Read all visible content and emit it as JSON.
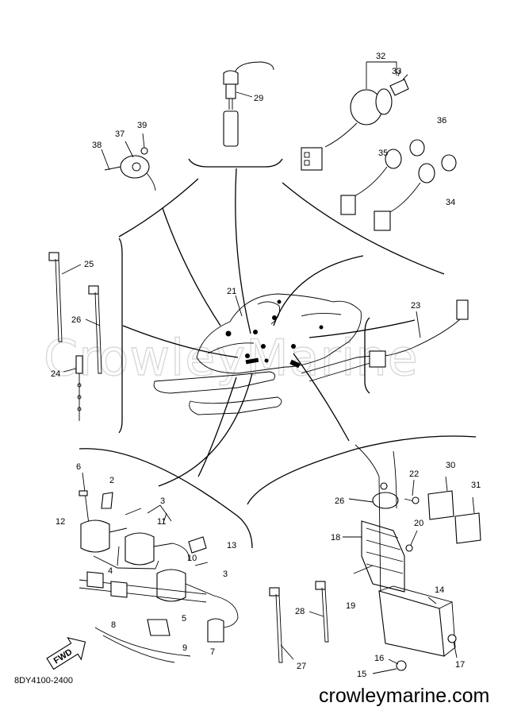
{
  "watermark": "CrowleyMarine",
  "diagram_code": "8DY4100-2400",
  "site_url": "crowleymarine.com",
  "fwd_badge": "FWD",
  "callouts": {
    "c2": "2",
    "c3a": "3",
    "c3b": "3",
    "c4": "4",
    "c5": "5",
    "c6": "6",
    "c7": "7",
    "c8": "8",
    "c9": "9",
    "c10": "10",
    "c11": "11",
    "c12": "12",
    "c13": "13",
    "c14": "14",
    "c15": "15",
    "c16": "16",
    "c17": "17",
    "c18": "18",
    "c19": "19",
    "c20": "20",
    "c21": "21",
    "c22": "22",
    "c23": "23",
    "c24": "24",
    "c25": "25",
    "c26a": "26",
    "c26b": "26",
    "c27": "27",
    "c28": "28",
    "c29": "29",
    "c30": "30",
    "c31": "31",
    "c32": "32",
    "c33": "33",
    "c34": "34",
    "c35": "35",
    "c36": "36",
    "c37": "37",
    "c38": "38",
    "c39": "39"
  }
}
